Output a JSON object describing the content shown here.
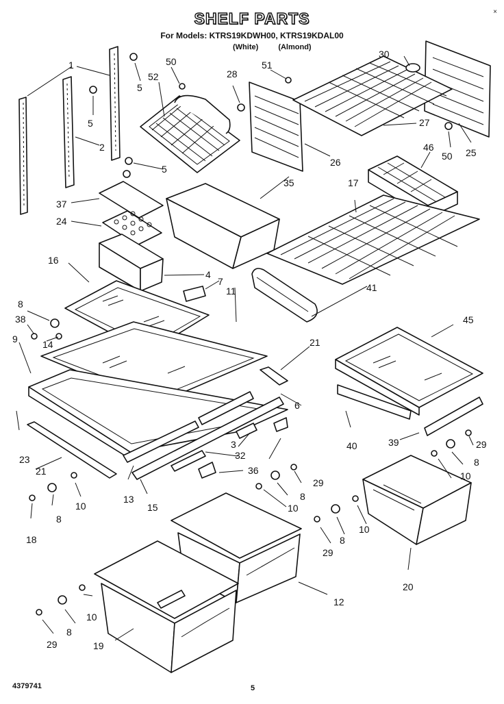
{
  "header": {
    "title": "SHELF PARTS",
    "models_line": "For Models: KTRS19KDWH00, KTRS19KDAL00",
    "variant_white": "(White)",
    "variant_almond": "(Almond)",
    "corner_mark": "×"
  },
  "footer": {
    "document_number": "4379741",
    "page_number": "5"
  },
  "callouts": {
    "c1": "1",
    "c2": "2",
    "c3": "3",
    "c4": "4",
    "c5a": "5",
    "c5b": "5",
    "c5c": "5",
    "c6": "6",
    "c7": "7",
    "c8a": "8",
    "c8b": "8",
    "c8c": "8",
    "c8d": "8",
    "c8e": "8",
    "c8f": "8",
    "c9": "9",
    "c10a": "10",
    "c10b": "10",
    "c10c": "10",
    "c10d": "10",
    "c10e": "10",
    "c11": "11",
    "c12": "12",
    "c13": "13",
    "c14": "14",
    "c15": "15",
    "c16": "16",
    "c17": "17",
    "c18": "18",
    "c19": "19",
    "c20": "20",
    "c21a": "21",
    "c21b": "21",
    "c23": "23",
    "c24": "24",
    "c25": "25",
    "c26": "26",
    "c27": "27",
    "c28": "28",
    "c29a": "29",
    "c29b": "29",
    "c29c": "29",
    "c29d": "29",
    "c30": "30",
    "c32": "32",
    "c35": "35",
    "c36": "36",
    "c37": "37",
    "c38": "38",
    "c39": "39",
    "c40": "40",
    "c41": "41",
    "c45": "45",
    "c46": "46",
    "c50a": "50",
    "c50b": "50",
    "c51": "51",
    "c52": "52"
  }
}
